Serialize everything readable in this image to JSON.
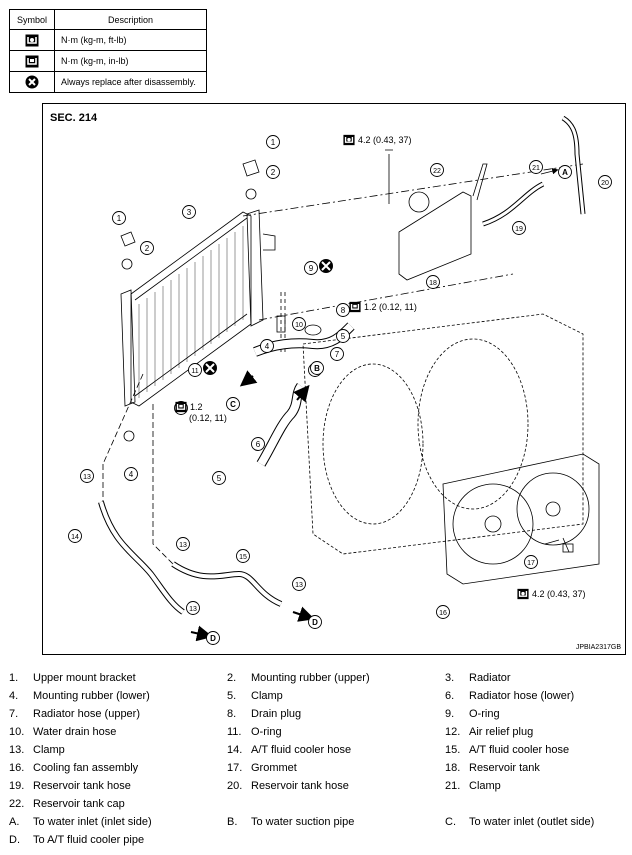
{
  "symbol_table": {
    "headers": {
      "symbol": "Symbol",
      "description": "Description"
    },
    "rows": [
      {
        "icon": "torque-nm-kgm-ftlb-icon",
        "description": "N·m (kg-m, ft-lb)"
      },
      {
        "icon": "torque-nm-kgm-inlb-icon",
        "description": "N·m (kg-m, in-lb)"
      },
      {
        "icon": "always-replace-icon",
        "description": "Always replace after disassembly."
      }
    ]
  },
  "diagram": {
    "section": "SEC. 214",
    "ref_code": "JPBIA2317GB",
    "torques": [
      "4.2 (0.43, 37)",
      "1.2 (0.12, 11)",
      "1.2",
      "(0.12, 11)",
      "4.2 (0.43, 37)"
    ],
    "callouts": [
      "1",
      "2",
      "3",
      "1",
      "2",
      "9",
      "8",
      "10",
      "5",
      "4",
      "7",
      "11",
      "12",
      "5",
      "B",
      "C",
      "6",
      "5",
      "4",
      "13",
      "14",
      "13",
      "15",
      "13",
      "13",
      "D",
      "D",
      "22",
      "21",
      "A",
      "20",
      "19",
      "18",
      "17",
      "16"
    ]
  },
  "legend": {
    "rows": [
      [
        {
          "num": "1.",
          "text": "Upper mount bracket"
        },
        {
          "num": "2.",
          "text": "Mounting rubber (upper)"
        },
        {
          "num": "3.",
          "text": "Radiator"
        }
      ],
      [
        {
          "num": "4.",
          "text": "Mounting rubber (lower)"
        },
        {
          "num": "5.",
          "text": "Clamp"
        },
        {
          "num": "6.",
          "text": "Radiator hose (lower)"
        }
      ],
      [
        {
          "num": "7.",
          "text": "Radiator hose (upper)"
        },
        {
          "num": "8.",
          "text": "Drain plug"
        },
        {
          "num": "9.",
          "text": "O-ring"
        }
      ],
      [
        {
          "num": "10.",
          "text": "Water drain hose"
        },
        {
          "num": "11.",
          "text": "O-ring"
        },
        {
          "num": "12.",
          "text": "Air relief plug"
        }
      ],
      [
        {
          "num": "13.",
          "text": "Clamp"
        },
        {
          "num": "14.",
          "text": "A/T fluid cooler hose"
        },
        {
          "num": "15.",
          "text": "A/T fluid cooler hose"
        }
      ],
      [
        {
          "num": "16.",
          "text": "Cooling fan assembly"
        },
        {
          "num": "17.",
          "text": "Grommet"
        },
        {
          "num": "18.",
          "text": "Reservoir tank"
        }
      ],
      [
        {
          "num": "19.",
          "text": "Reservoir tank hose"
        },
        {
          "num": "20.",
          "text": "Reservoir tank hose"
        },
        {
          "num": "21.",
          "text": "Clamp"
        }
      ],
      [
        {
          "num": "22.",
          "text": "Reservoir tank cap"
        }
      ],
      [
        {
          "num": "A.",
          "text": "To water inlet (inlet side)"
        },
        {
          "num": "B.",
          "text": "To water suction pipe"
        },
        {
          "num": "C.",
          "text": "To water inlet (outlet side)"
        }
      ],
      [
        {
          "num": "D.",
          "text": "To A/T fluid cooler pipe"
        }
      ]
    ]
  }
}
